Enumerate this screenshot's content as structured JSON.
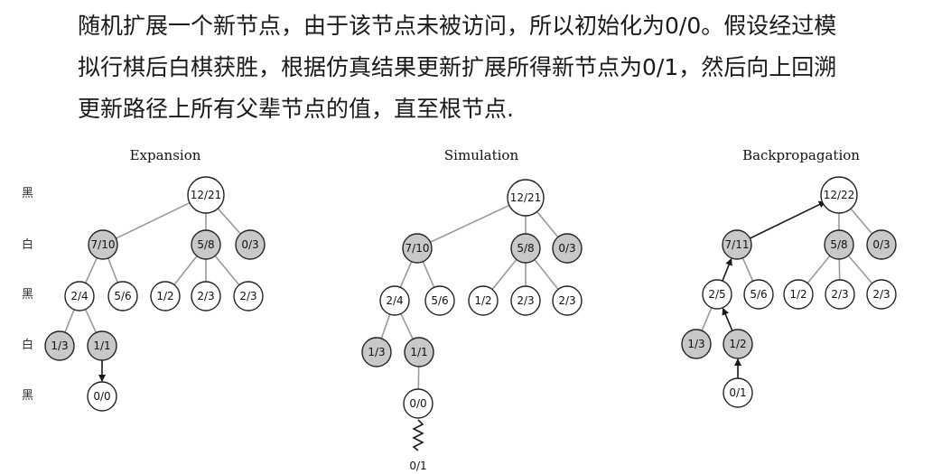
{
  "paragraph": {
    "line1": "随机扩展一个新节点，由于该节点未被访问，所以初始化为0/0。假设经过模",
    "line2": "拟行棋后白棋获胜，根据仿真结果更新扩展所得新节点为0/1，然后向上回溯",
    "line3": "更新路径上所有父辈节点的值，直至根节点."
  },
  "row_labels": [
    "黑",
    "白",
    "黑",
    "白",
    "黑"
  ],
  "colors": {
    "white_node": "#ffffff",
    "gray_node": "#c8c8c8",
    "stroke": "#222222"
  },
  "panels": [
    {
      "title": "Expansion",
      "nodes": [
        {
          "id": "root",
          "label": "12/21",
          "shade": "white"
        },
        {
          "id": "a",
          "label": "7/10",
          "shade": "gray"
        },
        {
          "id": "b",
          "label": "5/8",
          "shade": "gray"
        },
        {
          "id": "c",
          "label": "0/3",
          "shade": "gray"
        },
        {
          "id": "a1",
          "label": "2/4",
          "shade": "white"
        },
        {
          "id": "a2",
          "label": "5/6",
          "shade": "white"
        },
        {
          "id": "b1",
          "label": "1/2",
          "shade": "white"
        },
        {
          "id": "b2",
          "label": "2/3",
          "shade": "white"
        },
        {
          "id": "b3",
          "label": "2/3",
          "shade": "white"
        },
        {
          "id": "a11",
          "label": "1/3",
          "shade": "gray"
        },
        {
          "id": "a12",
          "label": "1/1",
          "shade": "gray"
        },
        {
          "id": "new",
          "label": "0/0",
          "shade": "white"
        }
      ]
    },
    {
      "title": "Simulation",
      "nodes": [
        {
          "id": "root",
          "label": "12/21",
          "shade": "white"
        },
        {
          "id": "a",
          "label": "7/10",
          "shade": "gray"
        },
        {
          "id": "b",
          "label": "5/8",
          "shade": "gray"
        },
        {
          "id": "c",
          "label": "0/3",
          "shade": "gray"
        },
        {
          "id": "a1",
          "label": "2/4",
          "shade": "white"
        },
        {
          "id": "a2",
          "label": "5/6",
          "shade": "white"
        },
        {
          "id": "b1",
          "label": "1/2",
          "shade": "white"
        },
        {
          "id": "b2",
          "label": "2/3",
          "shade": "white"
        },
        {
          "id": "b3",
          "label": "2/3",
          "shade": "white"
        },
        {
          "id": "a11",
          "label": "1/3",
          "shade": "gray"
        },
        {
          "id": "a12",
          "label": "1/1",
          "shade": "gray"
        },
        {
          "id": "new",
          "label": "0/0",
          "shade": "white"
        }
      ],
      "result_label": "0/1"
    },
    {
      "title": "Backpropagation",
      "nodes": [
        {
          "id": "root",
          "label": "12/22",
          "shade": "white"
        },
        {
          "id": "a",
          "label": "7/11",
          "shade": "gray"
        },
        {
          "id": "b",
          "label": "5/8",
          "shade": "gray"
        },
        {
          "id": "c",
          "label": "0/3",
          "shade": "gray"
        },
        {
          "id": "a1",
          "label": "2/5",
          "shade": "white"
        },
        {
          "id": "a2",
          "label": "5/6",
          "shade": "white"
        },
        {
          "id": "b1",
          "label": "1/2",
          "shade": "white"
        },
        {
          "id": "b2",
          "label": "2/3",
          "shade": "white"
        },
        {
          "id": "b3",
          "label": "2/3",
          "shade": "white"
        },
        {
          "id": "a11",
          "label": "1/3",
          "shade": "gray"
        },
        {
          "id": "a12",
          "label": "1/2",
          "shade": "gray"
        },
        {
          "id": "new",
          "label": "0/1",
          "shade": "white"
        }
      ]
    }
  ]
}
